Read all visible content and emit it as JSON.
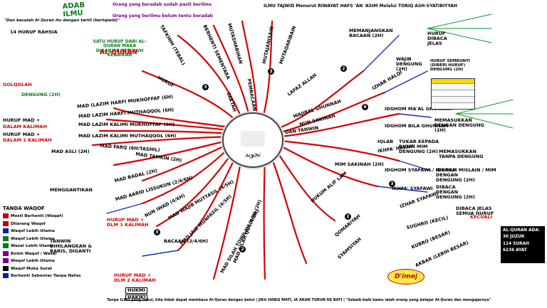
{
  "header": {
    "title_line1": "ILMU TAJWID Menurut RIWAYAT HAFS 'AN 'ASIM Melalui TORIQ ASH-SYATIBIYYAH",
    "logo_text": "ADAB ILMU",
    "tagline1": "Orang yang beradab sudah pasti berilmu",
    "tagline2": "Orang yang berilmu belum tentu beradab",
    "subtitle": "\"Dan bacalah Al Quran itu dengan tartil (bertajwid)\"",
    "left_heading": "14 HURUF RAHSIA",
    "green_box1": "SATU HURUF DARI AL-QURAN MAKA DIGANJAR SEPULUH KEBAIKAN",
    "red_box": "AL-QURAN"
  },
  "center": {
    "label": "تجويد"
  },
  "branches_left": [
    {
      "text": "MAD (LAZIM HARFI MUKHOFFAF (6H)"
    },
    {
      "text": "MAD LAZIM HARFI MUTHAQQOL (6H)"
    },
    {
      "text": "MAD LAZIM KALIMI MUKHOFFAF (6H)"
    },
    {
      "text": "MAD LAZIM KALIMI MUTHAQQOL (6H)"
    },
    {
      "text": "MAD FARQ (6H/TASHIL)"
    },
    {
      "text": "MAD TAMKIN (2H)"
    },
    {
      "text": "MAD BADAL (2H)"
    },
    {
      "text": "MAD AARID LISSUKUN (2/4/6H)"
    },
    {
      "text": "MAD WAJIB MUTTASIL (4/5H)"
    },
    {
      "text": "MAD JAIZ MUNFASIL (4/5H)"
    },
    {
      "text": "NUN IWAD (4/6H)"
    },
    {
      "text": "MAD SILAH TOWILAH (4/5H)"
    },
    {
      "text": "MAD SILAH QOSIROH (2H)"
    },
    {
      "text": "MAD ASLI (2H)"
    }
  ],
  "left_labels": {
    "huruf_mad": "HURUF MAD + ",
    "dalam_kalimah": "DALAM KALIMAH",
    "huruf_mad2": "HURUF MAD +",
    "dalam_1_kalimah": "DALAM 1 KALIMAH",
    "menggantikan": "MENGGANTIKAN",
    "tanwin": "TANWIN DIHILANGKAN & BARIS, DIGANTI",
    "huruf_mad_dlm1": "HURUF MAD + DLM 1 KALIMAH",
    "huruf_mad_dlm2": "HURUF MAD + DLM 2 KALIMAH",
    "hukmi": "HUKMI",
    "hakiki": "HAKIKI",
    "bacaan": "BACAAN (2/4/6H)",
    "golqolah": "GOLQOLAH",
    "dengung": "DENGUNG (2H)"
  },
  "branches_top": [
    {
      "text": "TAFKHIM (TEBAL)"
    },
    {
      "text": "BERHENTI SEMENTARA"
    },
    {
      "text": "MUTASHABIHAN"
    },
    {
      "text": "MUTAJANISAIN"
    },
    {
      "text": "MUTAQARIBAIN"
    },
    {
      "text": "HURUF"
    },
    {
      "text": "SAKTAH"
    },
    {
      "text": "PEMBACAAN"
    }
  ],
  "branches_right": [
    {
      "text": "LAFAZ ALLAH"
    },
    {
      "text": "WAJIBAL GHUNNAH"
    },
    {
      "text": "DAN TANWIN"
    },
    {
      "text": "NUN SAKINAH"
    },
    {
      "text": "IZHAR HALQI"
    },
    {
      "text": "IDGHOM MA'AL GHUNNAH"
    },
    {
      "text": "IDGHOM BILA GHUNNAH"
    },
    {
      "text": "IKHFA' HAKIKI"
    },
    {
      "text": "IQLAB"
    },
    {
      "text": "MIM SAKINAH (2H)"
    },
    {
      "text": "IDGHOM SYAFAWI / IDGHAM MISLAIN / MIM"
    },
    {
      "text": "IKHFA' SYAFAWI"
    },
    {
      "text": "IZHAR SYAFAWI"
    },
    {
      "text": "HUKUM ALIF LAM"
    },
    {
      "text": "QOMARIYAH"
    },
    {
      "text": "SYAMSIYAH"
    },
    {
      "text": "SUGHRO (KECIL)"
    },
    {
      "text": "KUBRO (BESAR)"
    },
    {
      "text": "AKBAR (LEBIH BESAR)"
    }
  ],
  "right_labels": {
    "memanjangkan": "MEMANJANGKAN BACAAN (2H)",
    "wajib_dengung": "WAJIB DENGUNG (2H)",
    "dibaca_jelas": "HURUF DIBACA JELAS",
    "huruf_bersembunyi": "HURUF SEMBUNYI (DIBERI HURUF) DENGUNG (2H)",
    "memasukkan_dengung": "MEMASUKKAN DENGAN DENGUNG (2H)",
    "memasukkan_tanpa": "MEMASUKKAN TANPA DENGUNG",
    "tukar_kepada": "TUKAR KEPADA BUNYI MIM DENGUNG (2H)",
    "dibaca_dengan_dengung": "DIBACA DENGAN DENGUNG (2H)",
    "dibaca_dengan_dengung2": "DIBACA DENGAN DENGUNG (2H)",
    "dibaca_jelas2": "DIBACA JELAS SEMUA HURUF",
    "kecuali": "KECUALI",
    "dimej": "D'imej"
  },
  "legend": {
    "heading": "TANDA WAQOF",
    "items": [
      {
        "label": "Mesti Berhenti (Waqaf)",
        "color": "#c00000"
      },
      {
        "label": "Dilarang Waqof",
        "color": "#c00000"
      },
      {
        "label": "Waqof Lebih Utama",
        "color": "#0022aa"
      },
      {
        "label": "Waqof Lebih Utama",
        "color": "#0a7a1a"
      },
      {
        "label": "Wasal Lebih Utama",
        "color": "#0a7a1a"
      },
      {
        "label": "Boleh Waqof / Wasal",
        "color": "#7a0088"
      },
      {
        "label": "Waqof Lebih Utama",
        "color": "#7a0088"
      },
      {
        "label": "Waqof Muka Surat",
        "color": "#000000"
      },
      {
        "label": "Berhenti Sebentar Tanpa Nafas",
        "color": "#0022aa"
      }
    ]
  },
  "info_box": {
    "line1": "AL-QURAN ADA:",
    "line2": "30 JUZUK",
    "line3": "114 SURAH",
    "line4": "6236 AYAT"
  },
  "footer": {
    "text": "Tanpa ILMU yang betul, kita tidak dapat membaca Al-Quran dengan betul | JIKA HABIS MATI, IA AKAN TURUN KE BATI | \"Sebaik-baik kamu ialah orang yang belajar Al-Quran dan mengajarnya\""
  },
  "colors": {
    "branch_red": "#d40000",
    "branch_blue": "#1030c0",
    "branch_green": "#0a9a2a",
    "branch_black": "#111111"
  }
}
